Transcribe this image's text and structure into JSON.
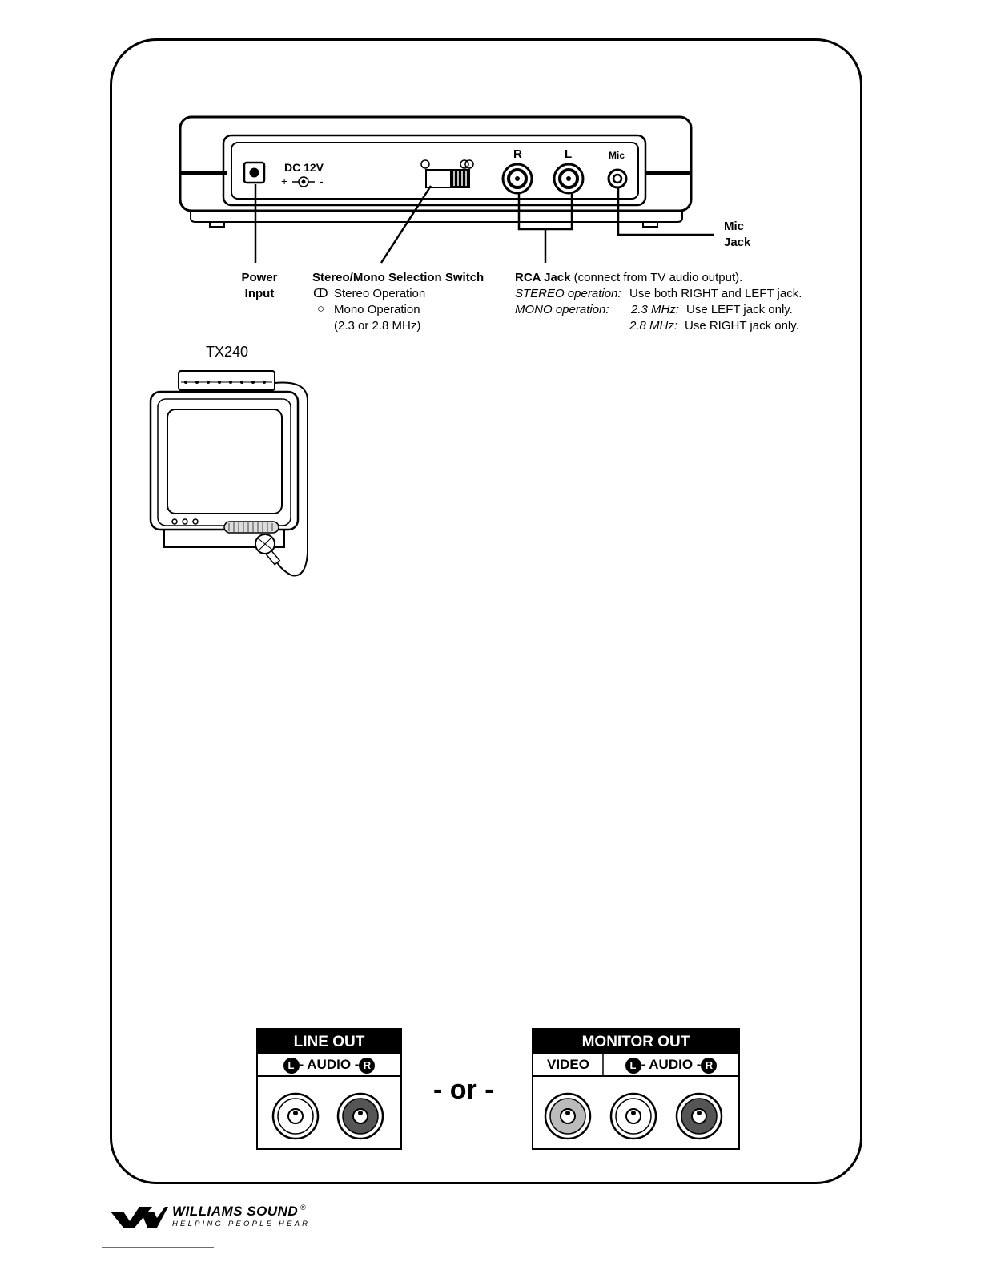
{
  "device_panel": {
    "dc_label": "DC 12V",
    "dc_polarity_plus": "+",
    "dc_polarity_minus": "-",
    "jack_r": "R",
    "jack_l": "L",
    "jack_mic": "Mic"
  },
  "callouts": {
    "mic_jack": [
      "Mic",
      "Jack"
    ],
    "power_input": [
      "Power",
      "Input"
    ],
    "switch": {
      "title": "Stereo/Mono Selection Switch",
      "stereo_symbol": "ↀ",
      "stereo": "Stereo Operation",
      "mono_symbol": "○",
      "mono": "Mono Operation",
      "mono_note": "(2.3 or 2.8 MHz)"
    },
    "rca": {
      "title": "RCA Jack",
      "title_rest": " (connect from TV audio output).",
      "stereo_label": "STEREO operation:",
      "stereo_text": "Use both RIGHT and LEFT jack.",
      "mono_label": "MONO operation:",
      "mono_23_label": "2.3 MHz:",
      "mono_23_text": "Use LEFT jack only.",
      "mono_28_label": "2.8 MHz:",
      "mono_28_text": "Use RIGHT jack only."
    }
  },
  "tv_illustration": {
    "label": "TX240"
  },
  "line_out": {
    "header": "LINE OUT",
    "l": "L",
    "audio": "- AUDIO -",
    "r": "R"
  },
  "or_text": "- or -",
  "monitor_out": {
    "header": "MONITOR OUT",
    "video": "VIDEO",
    "l": "L",
    "audio": "- AUDIO -",
    "r": "R"
  },
  "logo": {
    "name": "WILLIAMS SOUND",
    "reg": "®",
    "tagline": "HELPING PEOPLE HEAR"
  }
}
